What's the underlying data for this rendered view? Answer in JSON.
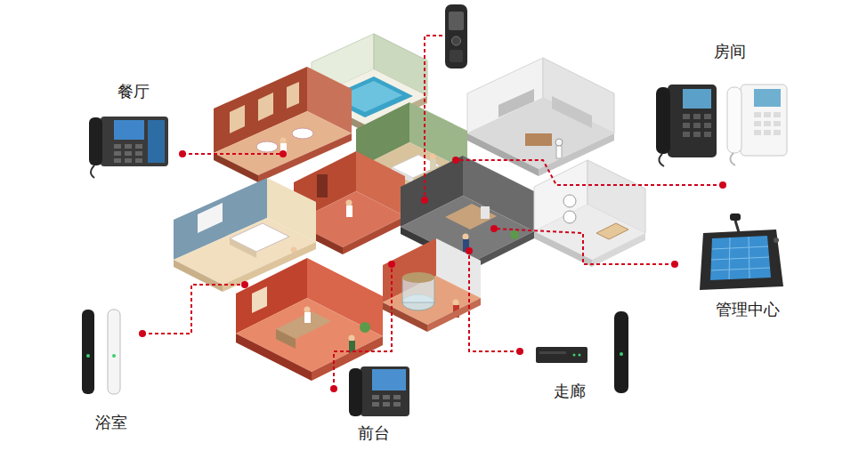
{
  "diagram": {
    "labels": [
      "房间",
      "餐厅",
      "管理中心",
      "走廊",
      "浴室",
      "前台"
    ]
  }
}
